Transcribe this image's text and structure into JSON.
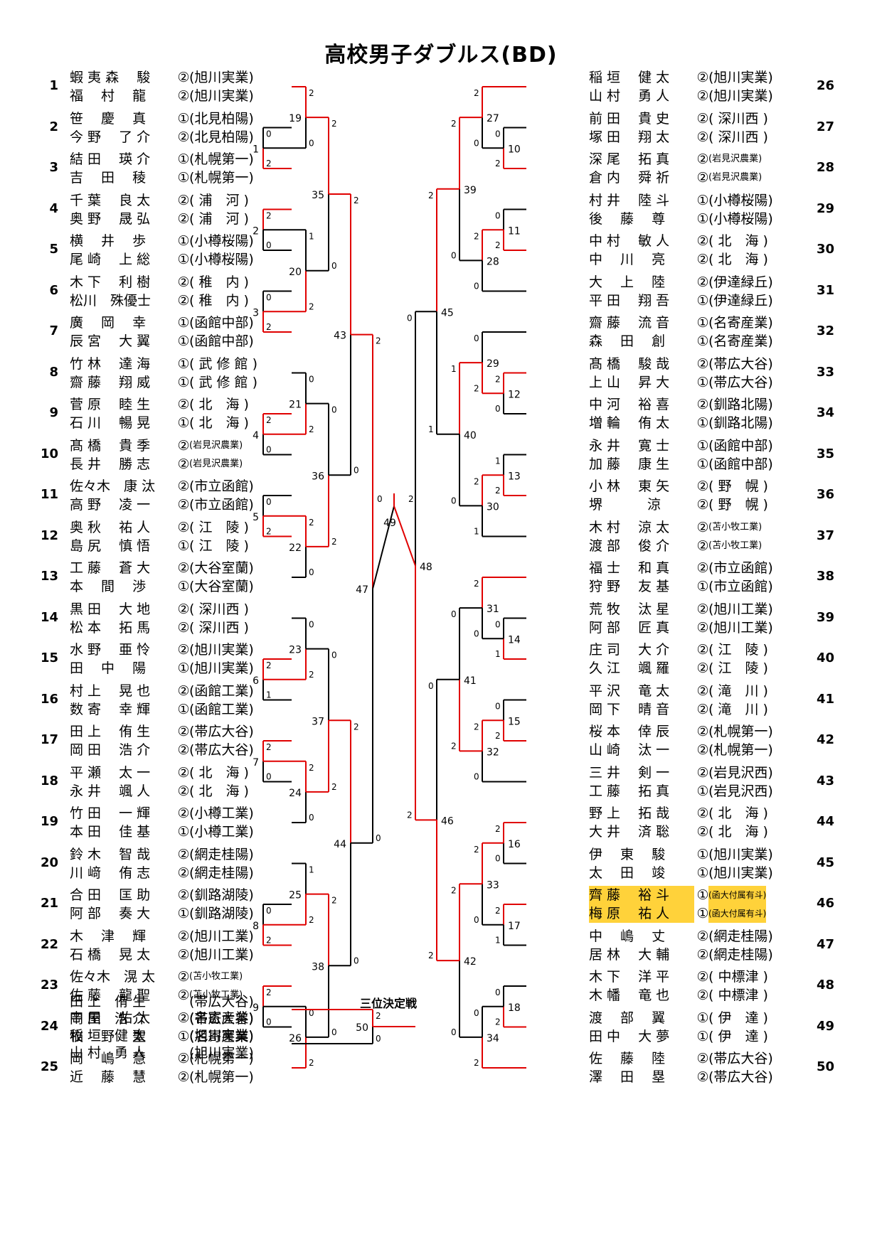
{
  "title": "高校男子ダブルス(BD)",
  "third_place_label": "三位決定戦",
  "accent_color": "#e00000",
  "highlight_color": "#ffd23a",
  "left_entries": [
    {
      "no": "1",
      "players": [
        {
          "name": "蝦 夷 森　 駿",
          "grade": "②",
          "school": "(旭川実業)"
        },
        {
          "name": "福　 村　 龍",
          "grade": "②",
          "school": "(旭川実業)"
        }
      ]
    },
    {
      "no": "2",
      "players": [
        {
          "name": "笹　 慶　 真",
          "grade": "①",
          "school": "(北見柏陽)"
        },
        {
          "name": "今 野　 了 介",
          "grade": "②",
          "school": "(北見柏陽)"
        }
      ]
    },
    {
      "no": "3",
      "players": [
        {
          "name": "結 田　 瑛 介",
          "grade": "①",
          "school": "(札幌第一)"
        },
        {
          "name": "吉　 田　 稜",
          "grade": "①",
          "school": "(札幌第一)"
        }
      ]
    },
    {
      "no": "4",
      "players": [
        {
          "name": "千 葉　 良 太",
          "grade": "②",
          "school": "( 浦　河 )"
        },
        {
          "name": "奥 野　 晟 弘",
          "grade": "②",
          "school": "( 浦　河 )"
        }
      ]
    },
    {
      "no": "5",
      "players": [
        {
          "name": "横　 井　 歩",
          "grade": "①",
          "school": "(小樽桜陽)"
        },
        {
          "name": "尾 崎　 上 総",
          "grade": "①",
          "school": "(小樽桜陽)"
        }
      ]
    },
    {
      "no": "6",
      "players": [
        {
          "name": "木 下　 利 樹",
          "grade": "②",
          "school": "( 稚　内 )"
        },
        {
          "name": "松川　殊優士",
          "grade": "②",
          "school": "( 稚　内 )"
        }
      ]
    },
    {
      "no": "7",
      "players": [
        {
          "name": "廣　 岡　 幸",
          "grade": "①",
          "school": "(函館中部)"
        },
        {
          "name": "辰 宮　 大 翼",
          "grade": "①",
          "school": "(函館中部)"
        }
      ]
    },
    {
      "no": "8",
      "players": [
        {
          "name": "竹 林　 達 海",
          "grade": "①",
          "school": "( 武 修 館 )"
        },
        {
          "name": "齋 藤　 翔 威",
          "grade": "①",
          "school": "( 武 修 館 )"
        }
      ]
    },
    {
      "no": "9",
      "players": [
        {
          "name": "菅 原　 睦 生",
          "grade": "②",
          "school": "( 北　海 )"
        },
        {
          "name": "石 川　 暢 晃",
          "grade": "①",
          "school": "( 北　海 )"
        }
      ]
    },
    {
      "no": "10",
      "players": [
        {
          "name": "髙 橋　 貴 季",
          "grade": "②",
          "school": "(岩見沢農業)",
          "small": true
        },
        {
          "name": "長 井　 勝 志",
          "grade": "②",
          "school": "(岩見沢農業)",
          "small": true
        }
      ]
    },
    {
      "no": "11",
      "players": [
        {
          "name": "佐々木　康 汰",
          "grade": "②",
          "school": "(市立函館)"
        },
        {
          "name": "高 野　 凌 一",
          "grade": "②",
          "school": "(市立函館)"
        }
      ]
    },
    {
      "no": "12",
      "players": [
        {
          "name": "奥 秋　 祐 人",
          "grade": "②",
          "school": "( 江　陵 )"
        },
        {
          "name": "島 尻　 慎 悟",
          "grade": "①",
          "school": "( 江　陵 )"
        }
      ]
    },
    {
      "no": "13",
      "players": [
        {
          "name": "工 藤　 蒼 大",
          "grade": "②",
          "school": "(大谷室蘭)"
        },
        {
          "name": "本　 間　 渉",
          "grade": "①",
          "school": "(大谷室蘭)"
        }
      ]
    },
    {
      "no": "14",
      "players": [
        {
          "name": "黒 田　 大 地",
          "grade": "②",
          "school": "( 深川西 )"
        },
        {
          "name": "松 本　 拓 馬",
          "grade": "②",
          "school": "( 深川西 )"
        }
      ]
    },
    {
      "no": "15",
      "players": [
        {
          "name": "水 野　 亜 怜",
          "grade": "②",
          "school": "(旭川実業)"
        },
        {
          "name": "田　 中　 陽",
          "grade": "①",
          "school": "(旭川実業)"
        }
      ]
    },
    {
      "no": "16",
      "players": [
        {
          "name": "村 上　 晃 也",
          "grade": "②",
          "school": "(函館工業)"
        },
        {
          "name": "数 寄　 幸 輝",
          "grade": "①",
          "school": "(函館工業)"
        }
      ]
    },
    {
      "no": "17",
      "players": [
        {
          "name": "田 上　 侑 生",
          "grade": "②",
          "school": "(帯広大谷)"
        },
        {
          "name": "岡 田　 浩 介",
          "grade": "②",
          "school": "(帯広大谷)"
        }
      ]
    },
    {
      "no": "18",
      "players": [
        {
          "name": "平 瀬　 太 一",
          "grade": "②",
          "school": "( 北　海 )"
        },
        {
          "name": "永 井　 颯 人",
          "grade": "②",
          "school": "( 北　海 )"
        }
      ]
    },
    {
      "no": "19",
      "players": [
        {
          "name": "竹 田　 一 輝",
          "grade": "②",
          "school": "(小樽工業)"
        },
        {
          "name": "本 田　 佳 基",
          "grade": "①",
          "school": "(小樽工業)"
        }
      ]
    },
    {
      "no": "20",
      "players": [
        {
          "name": "鈴 木　 智 哉",
          "grade": "②",
          "school": "(網走桂陽)"
        },
        {
          "name": "川 﨑　 侑 志",
          "grade": "②",
          "school": "(網走桂陽)"
        }
      ]
    },
    {
      "no": "21",
      "players": [
        {
          "name": "合 田　 匡 助",
          "grade": "②",
          "school": "(釧路湖陵)"
        },
        {
          "name": "阿 部　 奏 大",
          "grade": "①",
          "school": "(釧路湖陵)"
        }
      ]
    },
    {
      "no": "22",
      "players": [
        {
          "name": "木　 津　 輝",
          "grade": "②",
          "school": "(旭川工業)"
        },
        {
          "name": "石 橋　 晃 太",
          "grade": "②",
          "school": "(旭川工業)"
        }
      ]
    },
    {
      "no": "23",
      "players": [
        {
          "name": "佐々木　滉 太",
          "grade": "②",
          "school": "(苫小牧工業)",
          "small": true
        },
        {
          "name": "佐 藤　 龍 聖",
          "grade": "②",
          "school": "(苫小牧工業)",
          "small": true
        }
      ]
    },
    {
      "no": "24",
      "players": [
        {
          "name": "中 屋　 佑 太",
          "grade": "②",
          "school": "(名寄産業)"
        },
        {
          "name": "牧　 野　 聖",
          "grade": "①",
          "school": "(名寄産業)"
        }
      ]
    },
    {
      "no": "25",
      "players": [
        {
          "name": "岡　 嶋　 慧",
          "grade": "②",
          "school": "(札幌第一)"
        },
        {
          "name": "近　 藤　 慧",
          "grade": "②",
          "school": "(札幌第一)"
        }
      ]
    }
  ],
  "right_entries": [
    {
      "no": "26",
      "players": [
        {
          "name": "稲 垣　 健 太",
          "grade": "②",
          "school": "(旭川実業)"
        },
        {
          "name": "山 村　 勇 人",
          "grade": "②",
          "school": "(旭川実業)"
        }
      ]
    },
    {
      "no": "27",
      "players": [
        {
          "name": "前 田　 貴 史",
          "grade": "②",
          "school": "( 深川西 )"
        },
        {
          "name": "塚 田　 翔 太",
          "grade": "②",
          "school": "( 深川西 )"
        }
      ]
    },
    {
      "no": "28",
      "players": [
        {
          "name": "深 尾　 拓 真",
          "grade": "②",
          "school": "(岩見沢農業)",
          "small": true
        },
        {
          "name": "倉 内　 舜 祈",
          "grade": "②",
          "school": "(岩見沢農業)",
          "small": true
        }
      ]
    },
    {
      "no": "29",
      "players": [
        {
          "name": "村 井　 陸 斗",
          "grade": "①",
          "school": "(小樽桜陽)"
        },
        {
          "name": "後　 藤　 尊",
          "grade": "①",
          "school": "(小樽桜陽)"
        }
      ]
    },
    {
      "no": "30",
      "players": [
        {
          "name": "中 村　 敏 人",
          "grade": "②",
          "school": "( 北　海 )"
        },
        {
          "name": "中　 川　 亮",
          "grade": "②",
          "school": "( 北　海 )"
        }
      ]
    },
    {
      "no": "31",
      "players": [
        {
          "name": "大　 上　 陸",
          "grade": "②",
          "school": "(伊達緑丘)"
        },
        {
          "name": "平 田　 翔 吾",
          "grade": "①",
          "school": "(伊達緑丘)"
        }
      ]
    },
    {
      "no": "32",
      "players": [
        {
          "name": "齋 藤　 流 音",
          "grade": "①",
          "school": "(名寄産業)"
        },
        {
          "name": "森　 田　 創",
          "grade": "①",
          "school": "(名寄産業)"
        }
      ]
    },
    {
      "no": "33",
      "players": [
        {
          "name": "髙 橋　 駿 哉",
          "grade": "②",
          "school": "(帯広大谷)"
        },
        {
          "name": "上 山　 昇 大",
          "grade": "①",
          "school": "(帯広大谷)"
        }
      ]
    },
    {
      "no": "34",
      "players": [
        {
          "name": "中 河　 裕 喜",
          "grade": "②",
          "school": "(釧路北陽)"
        },
        {
          "name": "増 輪　 侑 太",
          "grade": "①",
          "school": "(釧路北陽)"
        }
      ]
    },
    {
      "no": "35",
      "players": [
        {
          "name": "永 井　 寛 士",
          "grade": "①",
          "school": "(函館中部)"
        },
        {
          "name": "加 藤　 康 生",
          "grade": "①",
          "school": "(函館中部)"
        }
      ]
    },
    {
      "no": "36",
      "players": [
        {
          "name": "小 林　 東 矢",
          "grade": "②",
          "school": "( 野　幌 )"
        },
        {
          "name": "堺　　　 涼",
          "grade": "②",
          "school": "( 野　幌 )"
        }
      ]
    },
    {
      "no": "37",
      "players": [
        {
          "name": "木 村　 涼 太",
          "grade": "②",
          "school": "(苫小牧工業)",
          "small": true
        },
        {
          "name": "渡 部　 俊 介",
          "grade": "②",
          "school": "(苫小牧工業)",
          "small": true
        }
      ]
    },
    {
      "no": "38",
      "players": [
        {
          "name": "福 士　 和 真",
          "grade": "②",
          "school": "(市立函館)"
        },
        {
          "name": "狩 野　 友 基",
          "grade": "①",
          "school": "(市立函館)"
        }
      ]
    },
    {
      "no": "39",
      "players": [
        {
          "name": "荒 牧　 汰 星",
          "grade": "②",
          "school": "(旭川工業)"
        },
        {
          "name": "阿 部　 匠 真",
          "grade": "②",
          "school": "(旭川工業)"
        }
      ]
    },
    {
      "no": "40",
      "players": [
        {
          "name": "庄 司　 大 介",
          "grade": "②",
          "school": "( 江　陵 )"
        },
        {
          "name": "久 江　 颯 羅",
          "grade": "②",
          "school": "( 江　陵 )"
        }
      ]
    },
    {
      "no": "41",
      "players": [
        {
          "name": "平 沢　 竜 太",
          "grade": "②",
          "school": "( 滝　川 )"
        },
        {
          "name": "岡 下　 晴 音",
          "grade": "②",
          "school": "( 滝　川 )"
        }
      ]
    },
    {
      "no": "42",
      "players": [
        {
          "name": "桜 本　 倖 辰",
          "grade": "②",
          "school": "(札幌第一)"
        },
        {
          "name": "山 崎　 汰 一",
          "grade": "②",
          "school": "(札幌第一)"
        }
      ]
    },
    {
      "no": "43",
      "players": [
        {
          "name": "三 井　 剣 一",
          "grade": "②",
          "school": "(岩見沢西)"
        },
        {
          "name": "工 藤　 拓 真",
          "grade": "①",
          "school": "(岩見沢西)"
        }
      ]
    },
    {
      "no": "44",
      "players": [
        {
          "name": "野 上　 拓 哉",
          "grade": "②",
          "school": "( 北　海 )"
        },
        {
          "name": "大 井　 済 聡",
          "grade": "②",
          "school": "( 北　海 )"
        }
      ]
    },
    {
      "no": "45",
      "players": [
        {
          "name": "伊　 東　 駿",
          "grade": "①",
          "school": "(旭川実業)"
        },
        {
          "name": "太　 田　 竣",
          "grade": "①",
          "school": "(旭川実業)"
        }
      ]
    },
    {
      "no": "46",
      "players": [
        {
          "name": "齊 藤　 裕 斗",
          "grade": "①",
          "school": "(函大付属有斗)",
          "hl": true
        },
        {
          "name": "梅 原　 祐 人",
          "grade": "①",
          "school": "(函大付属有斗)",
          "hl": true
        }
      ]
    },
    {
      "no": "47",
      "players": [
        {
          "name": "中　 嶋　 丈",
          "grade": "②",
          "school": "(網走桂陽)"
        },
        {
          "name": "居 林　 大 輔",
          "grade": "②",
          "school": "(網走桂陽)"
        }
      ]
    },
    {
      "no": "48",
      "players": [
        {
          "name": "木 下　 洋 平",
          "grade": "②",
          "school": "( 中標津 )"
        },
        {
          "name": "木 幡　 竜 也",
          "grade": "②",
          "school": "( 中標津 )"
        }
      ]
    },
    {
      "no": "49",
      "players": [
        {
          "name": "渡　 部　 翼",
          "grade": "①",
          "school": "( 伊　達 )"
        },
        {
          "name": "田 中　 大 夢",
          "grade": "①",
          "school": "( 伊　達 )"
        }
      ]
    },
    {
      "no": "50",
      "players": [
        {
          "name": "佐　 藤　 陸",
          "grade": "②",
          "school": "(帯広大谷)"
        },
        {
          "name": "澤　 田　 塁",
          "grade": "②",
          "school": "(帯広大谷)"
        }
      ]
    }
  ],
  "third_place_players": [
    {
      "name": "田 上　侑 生",
      "school": "(帯広大谷)"
    },
    {
      "name": "岡 田　浩 介",
      "school": "(帯広大谷)"
    },
    {
      "name": "稲 垣　健 太",
      "school": "(旭川実業)"
    },
    {
      "name": "山 村　勇 人",
      "school": "(旭川実業)"
    }
  ],
  "matches": [
    {
      "id": "1",
      "s1": "0",
      "s2": "2"
    },
    {
      "id": "2",
      "s1": "2",
      "s2": "0"
    },
    {
      "id": "3",
      "s1": "0",
      "s2": "2"
    },
    {
      "id": "4",
      "s1": "2",
      "s2": "0"
    },
    {
      "id": "5",
      "s1": "0",
      "s2": "2"
    },
    {
      "id": "6",
      "s1": "2",
      "s2": "1"
    },
    {
      "id": "7",
      "s1": "2",
      "s2": "0"
    },
    {
      "id": "8",
      "s1": "0",
      "s2": "2"
    },
    {
      "id": "9",
      "s1": "2",
      "s2": "0"
    },
    {
      "id": "10",
      "s1": "0",
      "s2": "2"
    },
    {
      "id": "11",
      "s1": "0",
      "s2": "2"
    },
    {
      "id": "12",
      "s1": "2",
      "s2": "0"
    },
    {
      "id": "13",
      "s1": "1",
      "s2": "2"
    },
    {
      "id": "14",
      "s1": "0",
      "s2": "1"
    },
    {
      "id": "15",
      "s1": "0",
      "s2": "2"
    },
    {
      "id": "16",
      "s1": "2",
      "s2": "0"
    },
    {
      "id": "17",
      "s1": "2",
      "s2": "1"
    },
    {
      "id": "18",
      "s1": "0",
      "s2": "2"
    },
    {
      "id": "19",
      "s1": "2",
      "s2": "0"
    },
    {
      "id": "20",
      "s1": "1",
      "s2": "2"
    },
    {
      "id": "21",
      "s1": "0",
      "s2": "2"
    },
    {
      "id": "22",
      "s1": "2",
      "s2": "0"
    },
    {
      "id": "23",
      "s1": "0",
      "s2": "2"
    },
    {
      "id": "24",
      "s1": "2",
      "s2": "0"
    },
    {
      "id": "25",
      "s1": "1",
      "s2": "2"
    },
    {
      "id": "26",
      "s1": "0",
      "s2": "2"
    },
    {
      "id": "27",
      "s1": "2",
      "s2": "0"
    },
    {
      "id": "28",
      "s1": "2",
      "s2": "0"
    },
    {
      "id": "29",
      "s1": "0",
      "s2": "2"
    },
    {
      "id": "30",
      "s1": "2",
      "s2": "1"
    },
    {
      "id": "31",
      "s1": "2",
      "s2": "0"
    },
    {
      "id": "32",
      "s1": "2",
      "s2": "0"
    },
    {
      "id": "33",
      "s1": "2",
      "s2": "0"
    },
    {
      "id": "34",
      "s1": "0",
      "s2": "2"
    },
    {
      "id": "35",
      "s1": "2",
      "s2": "0"
    },
    {
      "id": "36",
      "s1": "0",
      "s2": "2"
    },
    {
      "id": "37",
      "s1": "0",
      "s2": "2"
    },
    {
      "id": "38",
      "s1": "2",
      "s2": "0"
    },
    {
      "id": "39",
      "s1": "2",
      "s2": "0"
    },
    {
      "id": "40",
      "s1": "1",
      "s2": "0"
    },
    {
      "id": "41",
      "s1": "0",
      "s2": "2"
    },
    {
      "id": "42",
      "s1": "2",
      "s2": "0"
    },
    {
      "id": "43",
      "s1": "2",
      "s2": "0"
    },
    {
      "id": "44",
      "s1": "2",
      "s2": "0"
    },
    {
      "id": "45",
      "s1": "2",
      "s2": "1"
    },
    {
      "id": "46",
      "s1": "0",
      "s2": "2"
    },
    {
      "id": "47",
      "s1": "2",
      "s2": "0"
    },
    {
      "id": "48",
      "s1": "0",
      "s2": "2"
    },
    {
      "id": "49",
      "s1": "0",
      "s2": "2"
    },
    {
      "id": "50",
      "s1": "2",
      "s2": "0"
    }
  ]
}
